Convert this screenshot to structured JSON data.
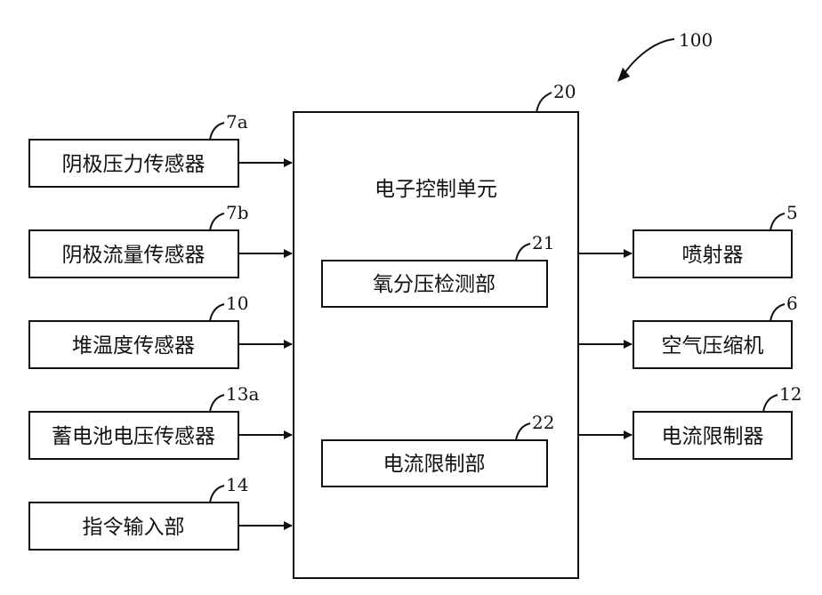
{
  "diagram": {
    "system_ref": "100",
    "ecu": {
      "ref": "20",
      "label": "电子控制单元",
      "submodules": [
        {
          "ref": "21",
          "label": "氧分压检测部"
        },
        {
          "ref": "22",
          "label": "电流限制部"
        }
      ]
    },
    "inputs": [
      {
        "ref": "7a",
        "label": "阴极压力传感器"
      },
      {
        "ref": "7b",
        "label": "阴极流量传感器"
      },
      {
        "ref": "10",
        "label": "堆温度传感器"
      },
      {
        "ref": "13a",
        "label": "蓄电池电压传感器"
      },
      {
        "ref": "14",
        "label": "指令输入部"
      }
    ],
    "outputs": [
      {
        "ref": "5",
        "label": "喷射器"
      },
      {
        "ref": "6",
        "label": "空气压缩机"
      },
      {
        "ref": "12",
        "label": "电流限制器"
      }
    ]
  }
}
